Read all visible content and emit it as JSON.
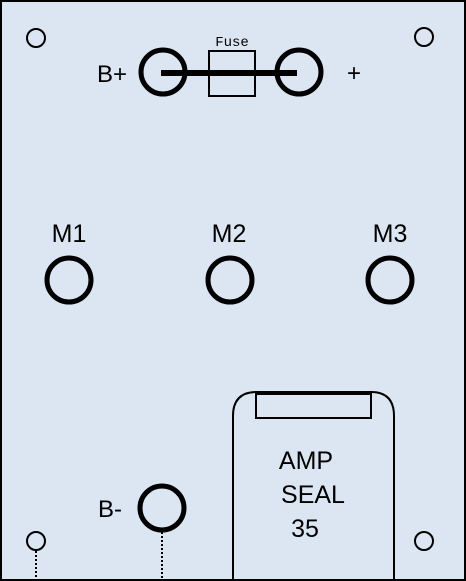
{
  "board": {
    "background_color": "#dce6f2",
    "outline_color": "#000000"
  },
  "fuse": {
    "label": "Fuse"
  },
  "terminals": {
    "b_plus": "B+",
    "plus": "+",
    "m1": "M1",
    "m2": "M2",
    "m3": "M3",
    "b_minus": "B-"
  },
  "connector": {
    "line1": "AMP",
    "line2": "SEAL",
    "line3": "35"
  }
}
